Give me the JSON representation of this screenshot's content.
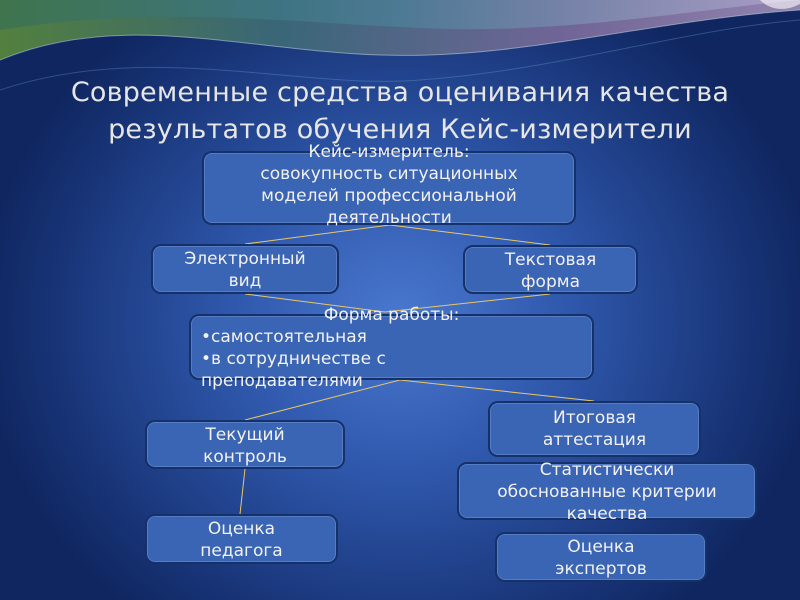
{
  "slide": {
    "title_line1": "Современные средства оценивания качества",
    "title_line2": "результатов обучения Кейс-измерители"
  },
  "nodes": {
    "case_meter": {
      "line1": "Кейс-измеритель:",
      "line2": "совокупность ситуационных",
      "line3": "моделей профессиональной",
      "line4": "деятельности"
    },
    "electronic": {
      "line1": "Электронный",
      "line2": "вид"
    },
    "textual": {
      "line1": "Текстовая",
      "line2": "форма"
    },
    "work_form": {
      "line1": "Форма работы:",
      "line2": "•самостоятельная",
      "line3": "•в сотрудничестве с",
      "line4": "преподавателями"
    },
    "current_control": {
      "line1": "Текущий",
      "line2": "контроль"
    },
    "final_attestation": {
      "line1": "Итоговая",
      "line2": "аттестация"
    },
    "criteria": {
      "line1": "Статистически",
      "line2": "обоснованные критерии",
      "line3": "качества"
    },
    "teacher_eval": {
      "line1": "Оценка",
      "line2": "педагога"
    },
    "experts_eval": {
      "line1": "Оценка",
      "line2": "экспертов"
    }
  },
  "colors": {
    "box_fill": "#3a64b4",
    "box_border": "#15316a",
    "connector": "#e8c76a",
    "title_text": "#e6e6e6"
  }
}
